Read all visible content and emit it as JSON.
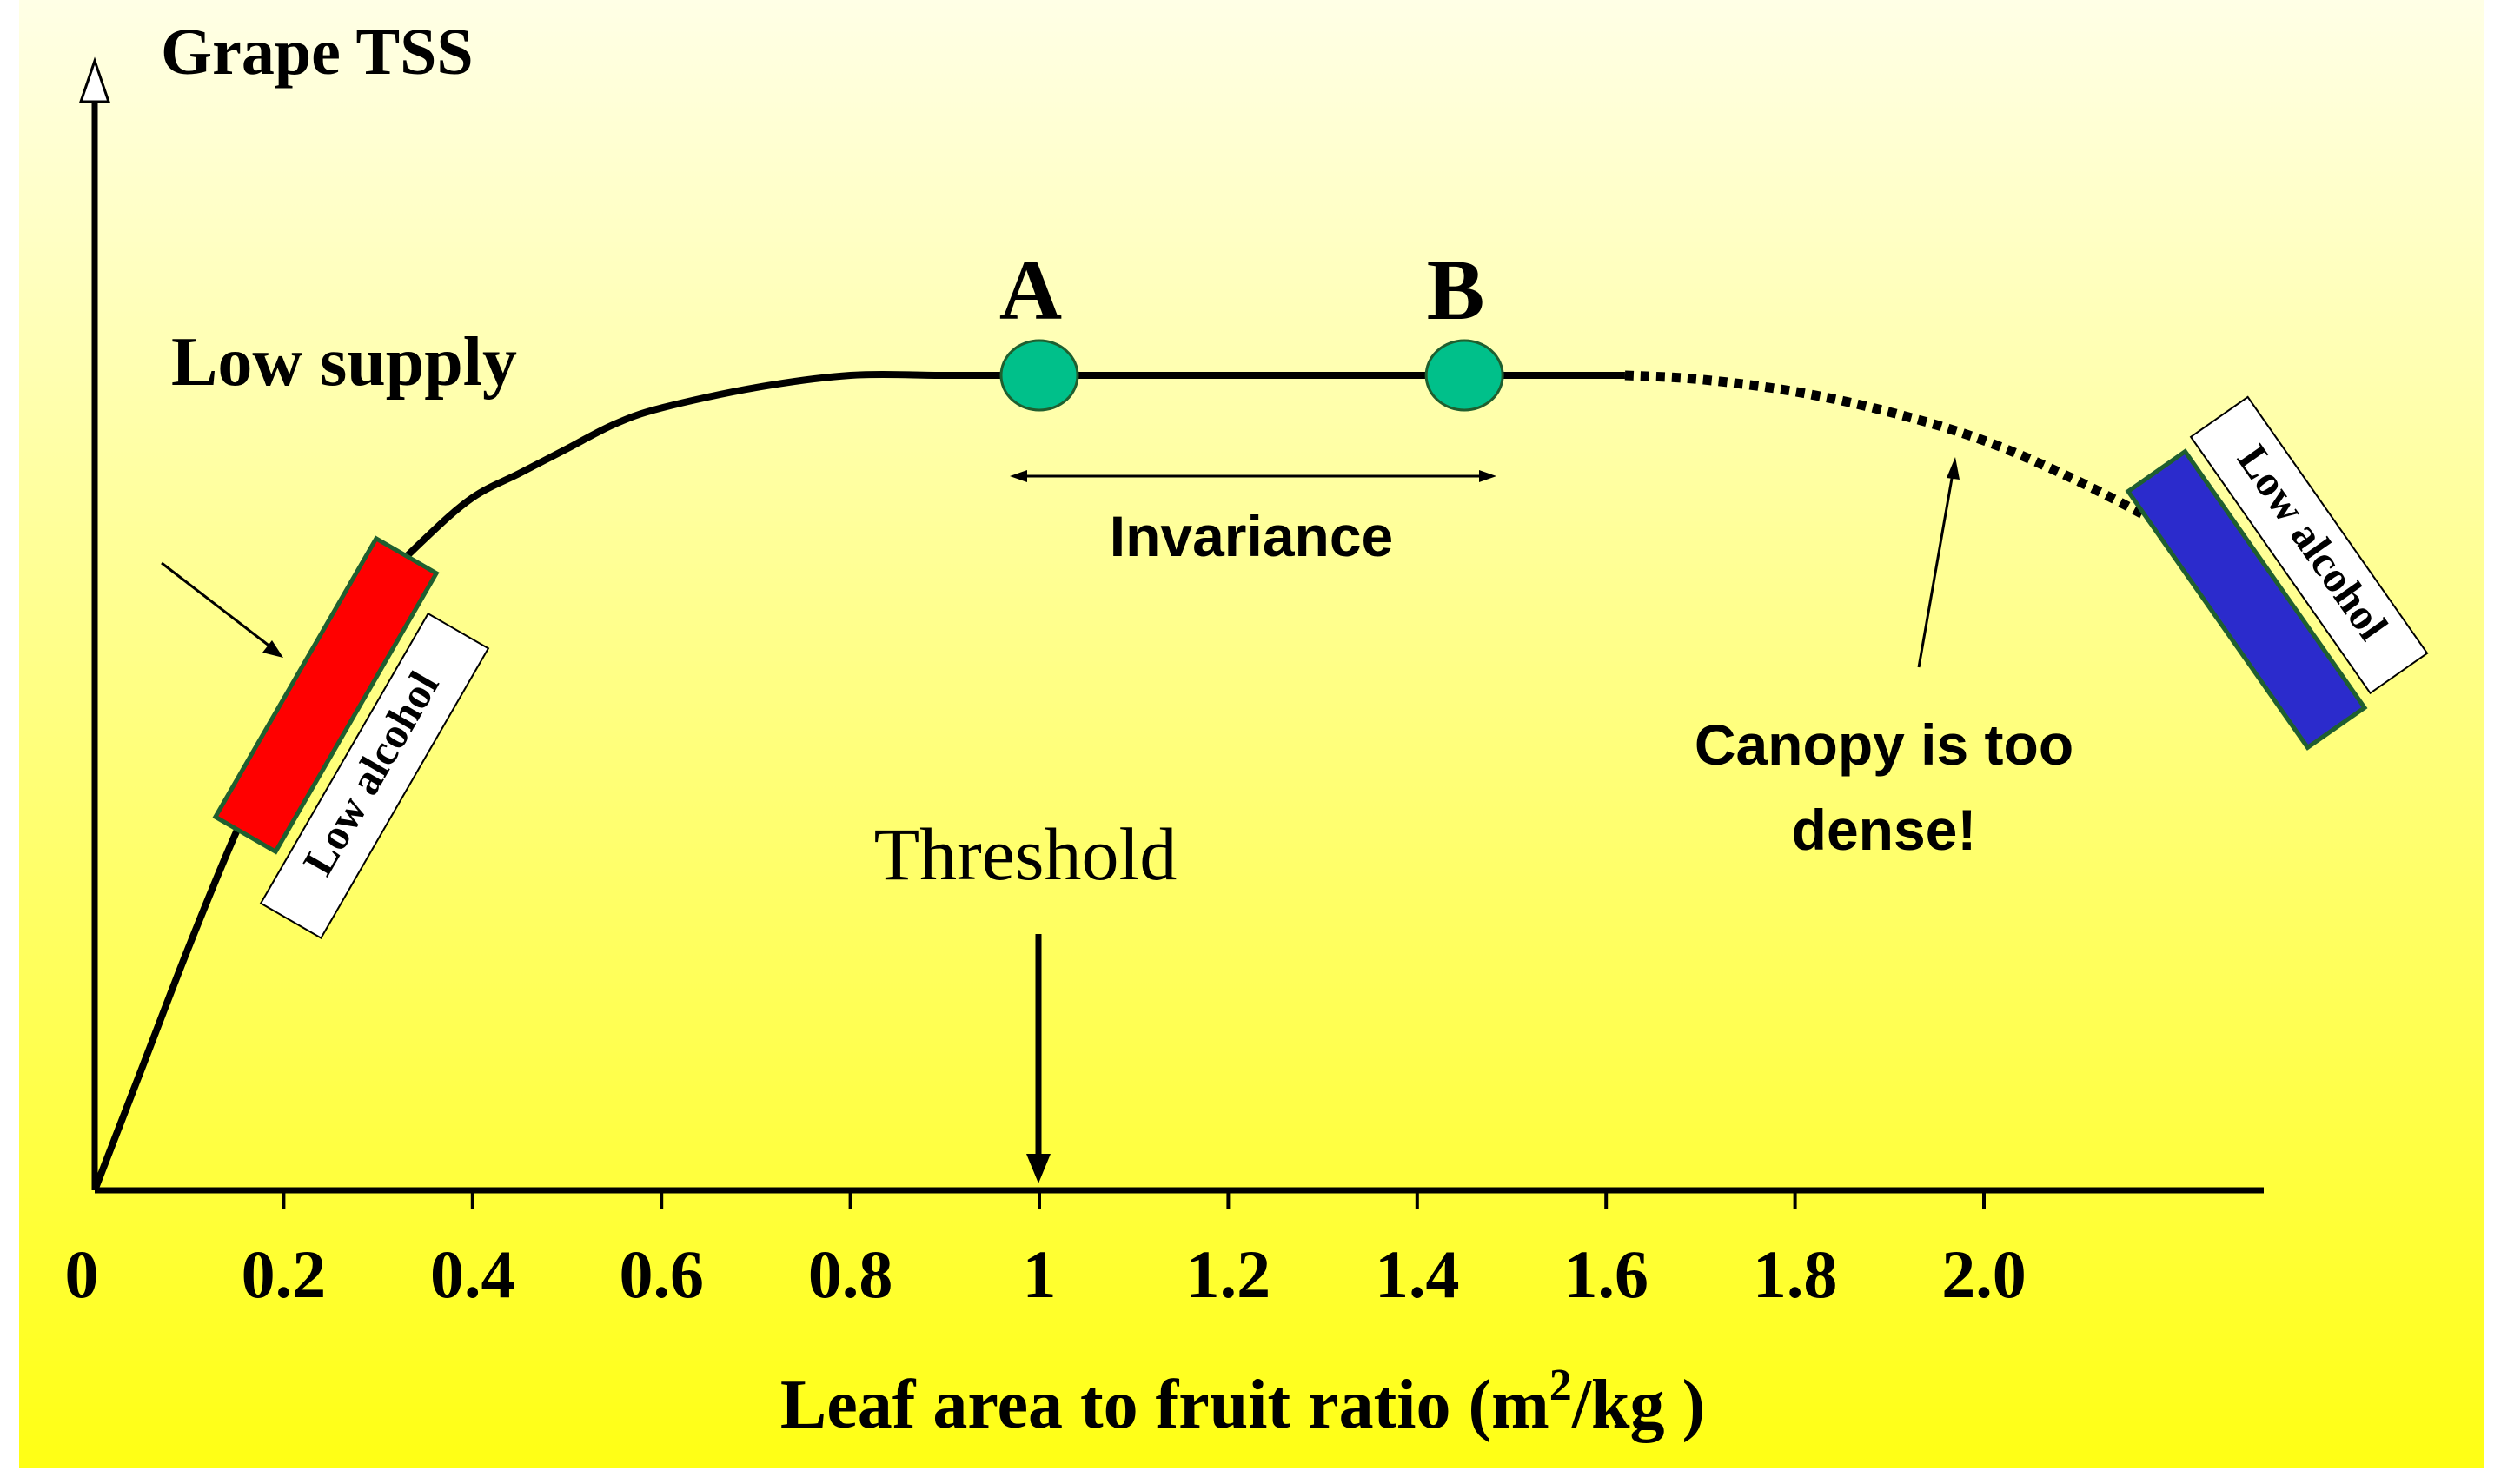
{
  "chart_data": {
    "type": "line",
    "title": "Grape TSS",
    "xlabel_main": "Leaf area to fruit ratio (m",
    "xlabel_sup": "2",
    "xlabel_end": "/kg )",
    "ylabel": "",
    "xlim": [
      0,
      2.3
    ],
    "x_ticks": [
      0,
      0.2,
      0.4,
      0.6,
      0.8,
      1,
      1.2,
      1.4,
      1.6,
      1.8,
      2.0
    ],
    "x_tick_labels": [
      "0",
      "0.2",
      "0.4",
      "0.6",
      "0.8",
      "1",
      "1.2",
      "1.4",
      "1.6",
      "1.8",
      "2.0"
    ],
    "series": [
      {
        "style": "solid",
        "x": [
          0,
          0.05,
          0.1,
          0.15,
          0.2,
          0.25,
          0.3,
          0.35,
          0.4,
          0.45,
          0.5,
          0.55,
          0.6,
          0.7,
          0.8,
          0.9,
          1.0,
          1.2,
          1.4,
          1.62
        ],
        "y": [
          0,
          0.15,
          0.3,
          0.44,
          0.56,
          0.66,
          0.74,
          0.8,
          0.85,
          0.88,
          0.91,
          0.94,
          0.96,
          0.985,
          1.0,
          1.0,
          1.0,
          1.0,
          1.0,
          1.0
        ]
      },
      {
        "style": "dotted",
        "x": [
          1.62,
          1.7,
          1.8,
          1.9,
          2.0,
          2.1,
          2.2
        ],
        "y": [
          1.0,
          0.995,
          0.98,
          0.955,
          0.92,
          0.87,
          0.81
        ]
      }
    ],
    "points": [
      {
        "label": "A",
        "x": 1.0,
        "y": 1.0,
        "color": "#00c08a"
      },
      {
        "label": "B",
        "x": 1.45,
        "y": 1.0,
        "color": "#00c08a"
      }
    ],
    "annotations": {
      "low_supply": "Low supply",
      "invariance": "Invariance",
      "threshold": "Threshold",
      "canopy_line1": "Canopy is too",
      "canopy_line2": "dense!",
      "low_alcohol_left": "Low alcohol",
      "low_alcohol_right": "Low alcohol"
    },
    "colors": {
      "background_top": "#ffffe6",
      "background_bottom": "#ffff14",
      "red_bar": "#ff0000",
      "blue_bar": "#2b2bcc",
      "bar_border": "#1f5f2f",
      "point": "#00c08a"
    }
  }
}
